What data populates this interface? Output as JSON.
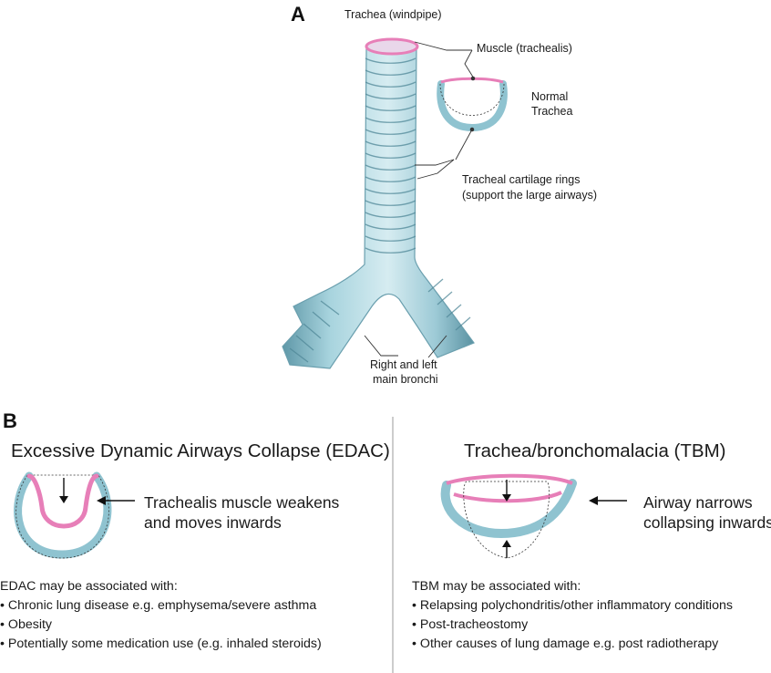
{
  "panel_a": {
    "letter": "A",
    "title": "Trachea (windpipe)",
    "labels": {
      "muscle": "Muscle (trachealis)",
      "normal_line1": "Normal",
      "normal_line2": "Trachea",
      "rings_line1": "Tracheal cartilage rings",
      "rings_line2": "(support the large airways)",
      "bronchi_line1": "Right and left",
      "bronchi_line2": "main bronchi"
    }
  },
  "panel_b": {
    "letter": "B",
    "edac": {
      "heading": "Excessive Dynamic Airways Collapse (EDAC)",
      "arrow_label_line1": "Trachealis muscle weakens",
      "arrow_label_line2": "and moves inwards",
      "assoc_title": "EDAC may be associated with:",
      "items": [
        "Chronic lung disease e.g. emphysema/severe asthma",
        "Obesity",
        "Potentially some medication use (e.g. inhaled steroids)"
      ]
    },
    "tbm": {
      "heading": "Trachea/bronchomalacia (TBM)",
      "arrow_label_line1": "Airway narrows",
      "arrow_label_line2": "collapsing inwards",
      "assoc_title": "TBM may be associated with:",
      "items": [
        "Relapsing polychondritis/other inflammatory conditions",
        "Post-tracheostomy",
        "Other causes of lung damage e.g. post radiotherapy"
      ]
    }
  },
  "colors": {
    "cartilage": "#8fc3d0",
    "cartilage_dark": "#5f98a8",
    "muscle": "#e77fb8",
    "muscle_dark": "#c9559a",
    "divider": "#999999"
  }
}
